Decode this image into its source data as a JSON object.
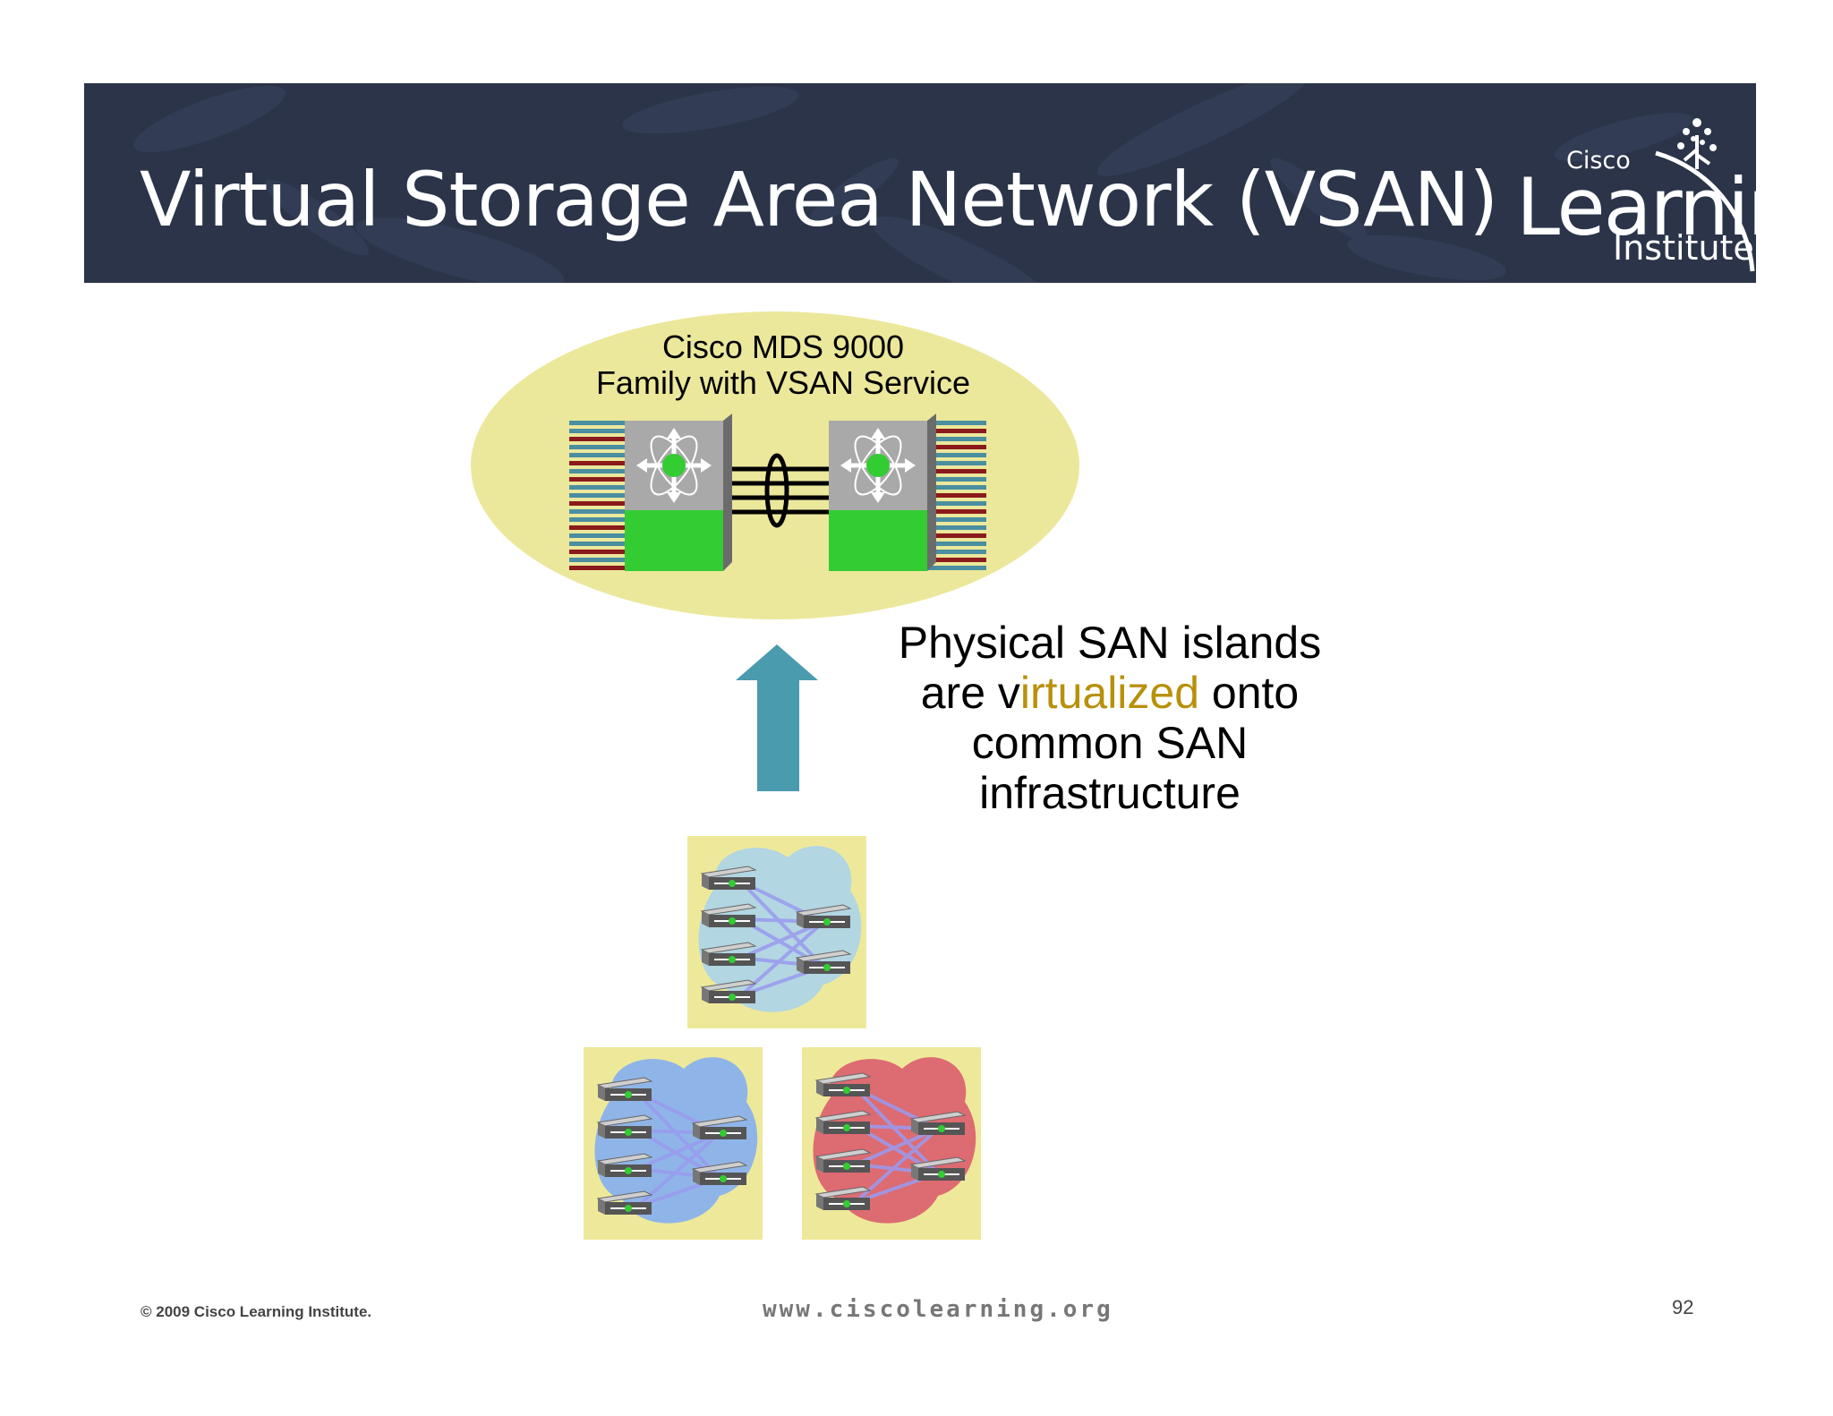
{
  "slide": {
    "title": "Virtual Storage Area Network (VSAN)",
    "logo": {
      "cisco": "Cisco",
      "learning": "Learning",
      "institute": "Institute"
    }
  },
  "diagram": {
    "ellipse_label": [
      "Cisco MDS 9000",
      "Family with VSAN Service"
    ],
    "callout": {
      "line1": "Physical SAN islands",
      "line2_before": "are v",
      "line2_highlight": "irtualized",
      "line2_after": " onto",
      "line3": "common SAN",
      "line4": "infrastructure"
    },
    "colors": {
      "ellipse": "#ebe89c",
      "arrow": "#4a9bae",
      "island_background": "#eee99a",
      "island_light_blue": "#b2d6e2",
      "island_blue": "#8fb5e8",
      "island_red": "#dd6b72",
      "switch_green": "#33cc33",
      "highlight_text": "#b8900a"
    },
    "islands": [
      "light-blue",
      "blue",
      "red"
    ]
  },
  "footer": {
    "copyright": "© 2009 Cisco Learning Institute.",
    "url": "www.ciscolearning.org",
    "page_number": "92"
  }
}
